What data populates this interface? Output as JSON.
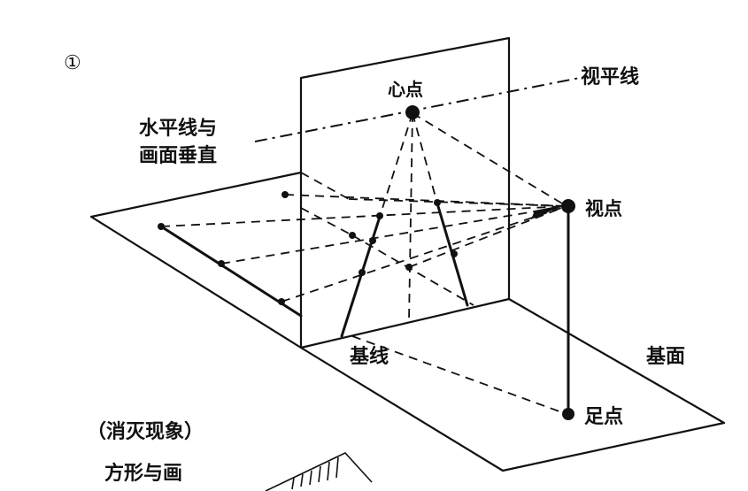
{
  "figure_number": "①",
  "labels": {
    "center_point": "心点",
    "horizon_line": "视平线",
    "note_line1": "水平线与",
    "note_line2": "画面垂直",
    "view_point": "视点",
    "ground_line": "基线",
    "ground_plane": "基面",
    "foot_point": "足点",
    "caption": "（消灭现象）",
    "subcaption": "方形与画"
  },
  "colors": {
    "ink": "#111111",
    "paper": "#ffffff"
  }
}
